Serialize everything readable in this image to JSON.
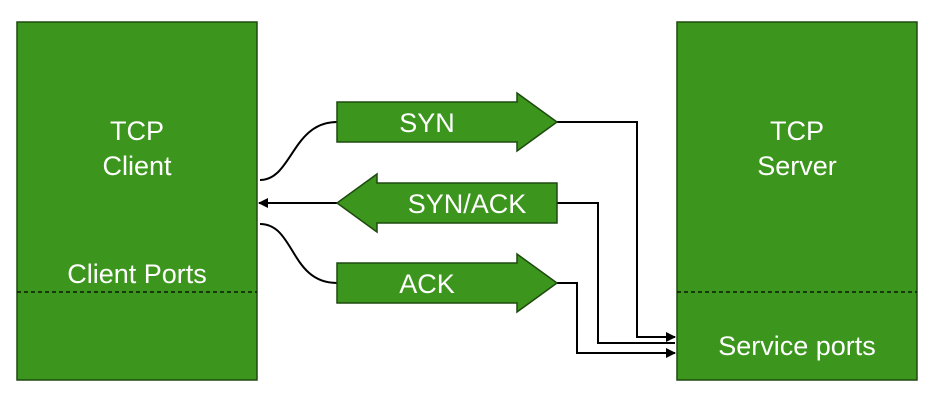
{
  "colors": {
    "box_fill": "#3c961d",
    "box_stroke": "#1e4a10",
    "text": "#ffffff",
    "connector": "#000000"
  },
  "client": {
    "title_line1": "TCP",
    "title_line2": "Client",
    "ports_label": "Client Ports"
  },
  "server": {
    "title_line1": "TCP",
    "title_line2": "Server",
    "ports_label": "Service ports"
  },
  "messages": {
    "syn": {
      "label": "SYN",
      "direction": "client-to-server"
    },
    "synack": {
      "label": "SYN/ACK",
      "direction": "server-to-client"
    },
    "ack": {
      "label": "ACK",
      "direction": "client-to-server"
    }
  }
}
